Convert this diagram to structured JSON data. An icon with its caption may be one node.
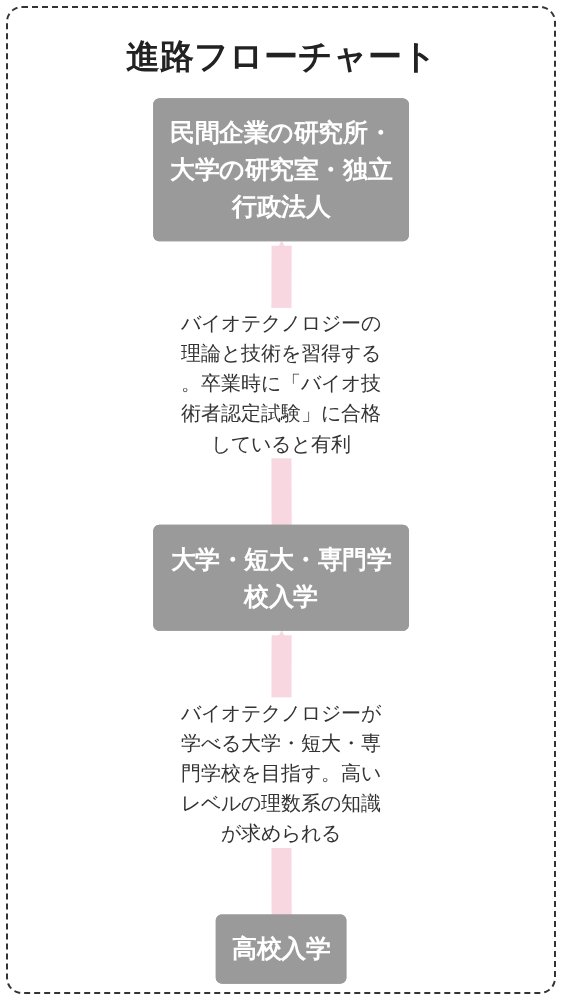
{
  "diagram": {
    "title": "進路フローチャート",
    "nodes": [
      {
        "text": [
          "民間企業の研究所・大学の研究室・独立行政法人"
        ]
      },
      {
        "text": [
          "大学・短大・専門学校入学"
        ]
      },
      {
        "text": [
          "高校入学"
        ]
      }
    ],
    "edges": [
      {
        "from": 1,
        "to": 0,
        "arrow": "to",
        "label": "バイオテクノロジーの理論と技術を習得する。卒業時に「バイオ技術者認定試験」に合格していると有利",
        "color": "#f8d7e1"
      },
      {
        "from": 2,
        "to": 1,
        "arrow": "to",
        "label": "バイオテクノロジーが学べる大学・短大・専門学校を目指す。高いレベルの理数系の知識が求められる",
        "color": "#f8d7e1"
      }
    ]
  }
}
